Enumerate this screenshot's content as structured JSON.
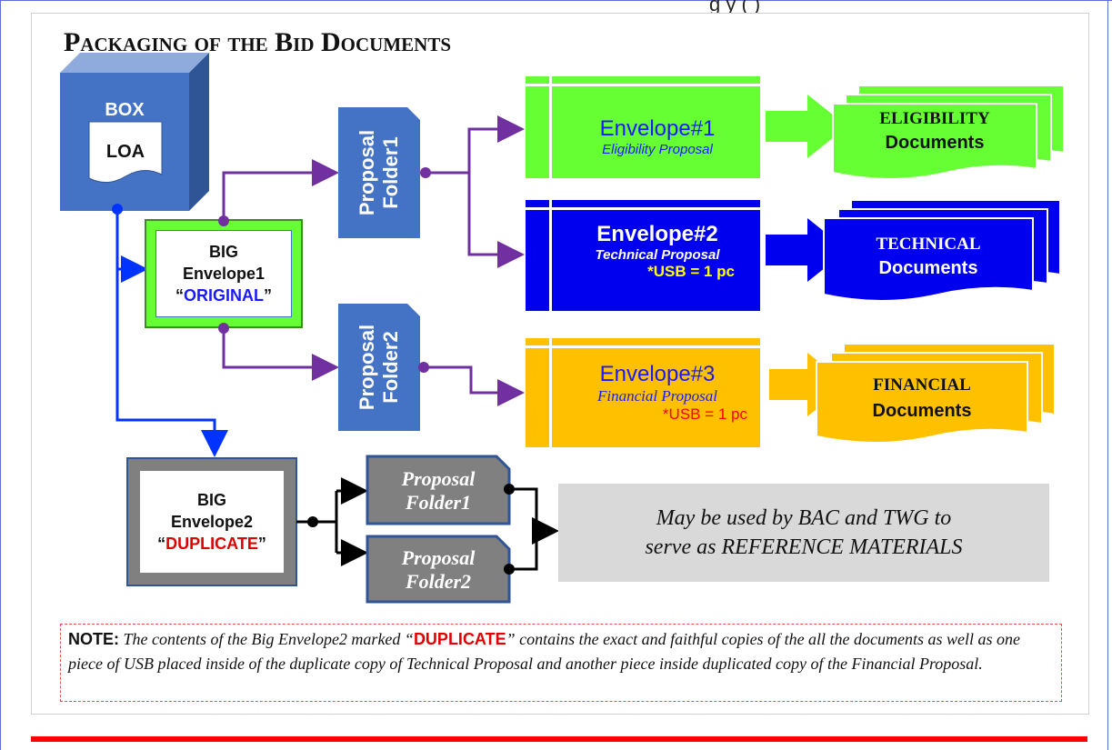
{
  "header_fragment": "g                                    y (   )",
  "title": "Packaging of the Bid Documents",
  "box": {
    "label": "BOX",
    "inner_label": "LOA"
  },
  "big_envelope1": {
    "line1": "BIG",
    "line2": "Envelope1",
    "quote_open": "“",
    "marking": "ORIGINAL",
    "quote_close": "”"
  },
  "big_envelope2": {
    "line1": "BIG",
    "line2": "Envelope2",
    "quote_open": "“",
    "marking": "DUPLICATE",
    "quote_close": "”"
  },
  "folders": [
    {
      "line1": "Proposal",
      "line2": "Folder1"
    },
    {
      "line1": "Proposal",
      "line2": "Folder2"
    }
  ],
  "dup_folders": [
    {
      "line1": "Proposal",
      "line2": "Folder1"
    },
    {
      "line1": "Proposal",
      "line2": "Folder2"
    }
  ],
  "envelopes": [
    {
      "title": "Envelope#1",
      "subtitle": "Eligibility Proposal",
      "usb": "",
      "color": "#66ff33",
      "text_color": "#1a1aff",
      "sub_color": "#1a1aff"
    },
    {
      "title": "Envelope#2",
      "subtitle": "Technical Proposal",
      "usb": "*USB = 1 pc",
      "color": "#0000ee",
      "text_color": "#ffffff",
      "sub_color": "#ffffff",
      "usb_color": "#ffff00"
    },
    {
      "title": "Envelope#3",
      "subtitle": "Financial Proposal",
      "usb": "*USB = 1 pc",
      "color": "#ffc000",
      "text_color": "#1a1aff",
      "sub_color": "#1a1aff",
      "usb_color": "#ff0000"
    }
  ],
  "documents": [
    {
      "title": "ELIGIBILITY",
      "subtitle": "Documents",
      "color": "#66ff33"
    },
    {
      "title": "TECHNICAL",
      "subtitle": "Documents",
      "color": "#0000ee"
    },
    {
      "title": "FINANCIAL",
      "subtitle": "Documents",
      "color": "#ffc000"
    }
  ],
  "reference": {
    "line1": "May be used by BAC and TWG to",
    "line2": "serve as REFERENCE MATERIALS"
  },
  "note": {
    "label": "NOTE:",
    "part1": " The contents of the Big Envelope2 marked “",
    "marking": "DUPLICATE",
    "part2": "” contains the exact and faithful copies of the all the documents as well as one piece of USB placed inside of the duplicate copy of Technical Proposal and another piece inside duplicated copy of the Financial Proposal."
  },
  "colors": {
    "box_blue": "#4472c4",
    "connector_purple": "#7030a0",
    "connector_blue": "#0033ff",
    "red": "#ff0000",
    "green_border": "#66ff33",
    "gray": "#808080"
  }
}
